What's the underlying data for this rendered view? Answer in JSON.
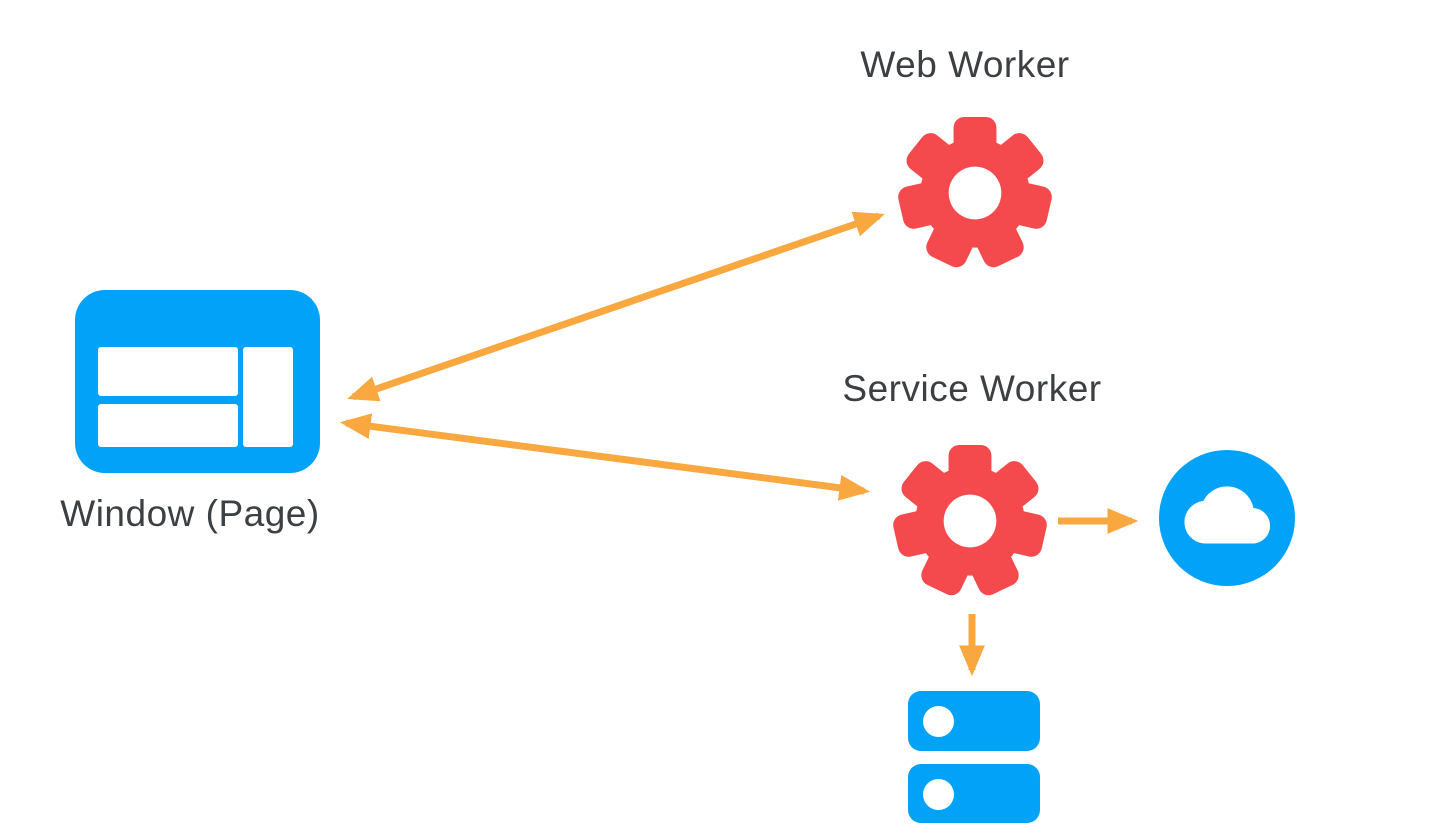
{
  "diagram": {
    "colors": {
      "blue": "#03A2F9",
      "red": "#F44A4E",
      "orange": "#F8A83F",
      "text": "#3C4043",
      "bg": "#ffffff"
    },
    "nodes": {
      "web_worker": {
        "label": "Web Worker",
        "icon": "gear-icon"
      },
      "service_worker": {
        "label": "Service Worker",
        "icon": "gear-icon"
      },
      "window_page": {
        "label": "Window (Page)",
        "icon": "browser-window-icon"
      },
      "network": {
        "icon": "cloud-icon"
      },
      "storage": {
        "icon": "database-icon",
        "count": 2
      }
    },
    "edges": [
      {
        "from": "window_page",
        "to": "web_worker",
        "bidirectional": true
      },
      {
        "from": "window_page",
        "to": "service_worker",
        "bidirectional": true
      },
      {
        "from": "service_worker",
        "to": "network",
        "bidirectional": false
      },
      {
        "from": "service_worker",
        "to": "storage",
        "bidirectional": false
      }
    ]
  }
}
